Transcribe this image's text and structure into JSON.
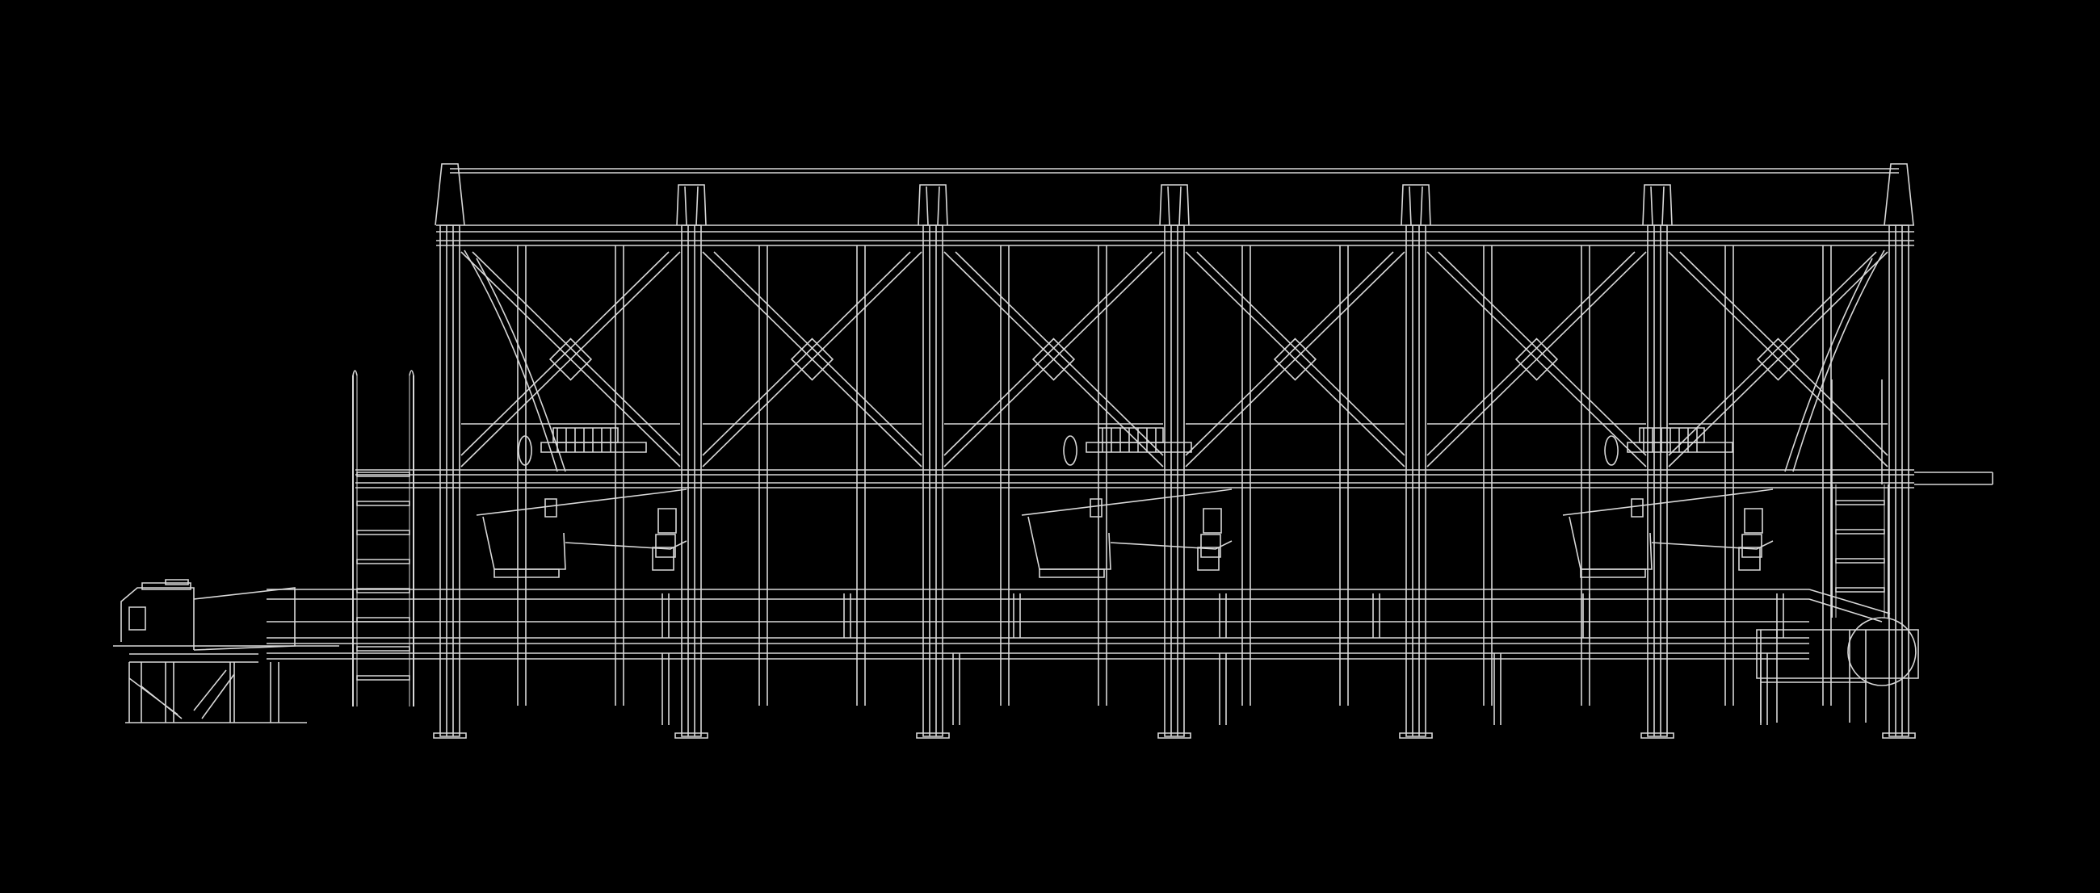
{
  "drawing": {
    "style": "white wireframe line drawing on black background",
    "background_color": "#000000",
    "line_color": "#d8d8d8",
    "bright_line_color": "#f0f0f0",
    "structure_bays": 6,
    "columns": 7,
    "screeners": 3,
    "ladders": 2
  }
}
